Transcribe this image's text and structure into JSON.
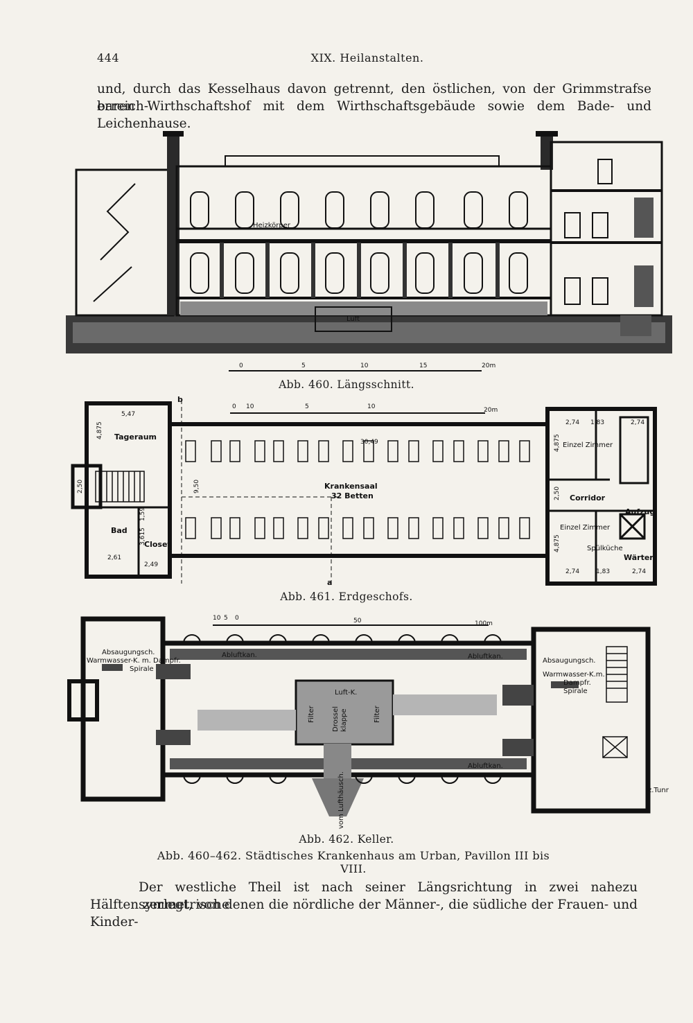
{
  "header": {
    "page_number": "444",
    "running_head": "XIX. Heilanstalten."
  },
  "intro_text": {
    "line1": "und, durch das Kesselhaus davon getrennt, den östlichen, von der Grimmstrafse erreich-",
    "line2": "baren Wirthschaftshof mit dem Wirthschaftsgebäude sowie dem Bade- und Leichenhause."
  },
  "fig460": {
    "caption": "Abb. 460. Längsschnitt.",
    "label_heizkoerper": "Heizkörper",
    "label_luft": "Luft",
    "scale_ticks": [
      "0",
      "5",
      "10",
      "15",
      "20m"
    ]
  },
  "fig461": {
    "caption": "Abb. 461. Erdgeschofs.",
    "scale_ticks": [
      "0",
      "10",
      "5",
      "10",
      "20m"
    ],
    "section_marker_b": "b",
    "section_marker_a": "a",
    "rooms": {
      "tageraum": "Tageraum",
      "krankensaal": "Krankensaal",
      "betten": "32 Betten",
      "bad": "Bad",
      "closet": "Closet",
      "einzel_zimmer_top": "Einzel Zimmer",
      "einzel_zimmer_bottom": "Einzel Zimmer",
      "corridor": "Corridor",
      "aufzug": "Aufzug",
      "spuelkueche": "Spülküche",
      "waerter": "Wärter"
    },
    "dims": {
      "d547": "5,47",
      "d4875_left": "4,875",
      "d250_left": "2,50",
      "d950": "9,50",
      "d3049": "30,49",
      "d159": "1,59",
      "d3615": "3,615",
      "d261": "2,61",
      "d249": "2,49",
      "d274_tl": "2,74",
      "d183_t": "1,83",
      "d274_tr": "2,74",
      "d4875_rt": "4,875",
      "d250_r": "2,50",
      "d4875_rb": "4,875",
      "d274_bl": "2,74",
      "d183_b": "1,83",
      "d274_br": "2,74"
    }
  },
  "fig462": {
    "caption": "Abb. 462. Keller.",
    "scale_ticks": [
      "10",
      "5",
      "0",
      "50",
      "100m"
    ],
    "labels": {
      "absaugungsch_left": "Absaugungsch.",
      "warmwasser_left": "Warmwasser-K. m. Dampfr.",
      "spirale_left": "Spirale",
      "absaugungsch_right": "Absaugungsch.",
      "warmwasser_right": "Warmwasser-K.m.",
      "dampf_right": "Dampfr.",
      "spirale_right": "Spirale",
      "luft_k": "Luft-K.",
      "filter1": "Filter",
      "filter2": "Filter",
      "drossel": "Drossel",
      "klappe": "klappe",
      "abluftkan_1": "Abluftkan.",
      "abluftkan_2": "Abluftkan.",
      "abluftkan_3": "Abluftkan.",
      "vom_lufthaeusch": "vom Lufthäusch.",
      "z_tunnel": "z.Tunnel"
    }
  },
  "main_caption": "Abb. 460–462.  Städtisches Krankenhaus am Urban, Pavillon III bis VIII.",
  "outro_text": {
    "line1": "Der westliche Theil ist nach seiner Längsrichtung in zwei nahezu symmetrische",
    "line2": "Hälften zerlegt, von denen die nördliche der Männer-, die südliche der Frauen- und Kinder-"
  }
}
